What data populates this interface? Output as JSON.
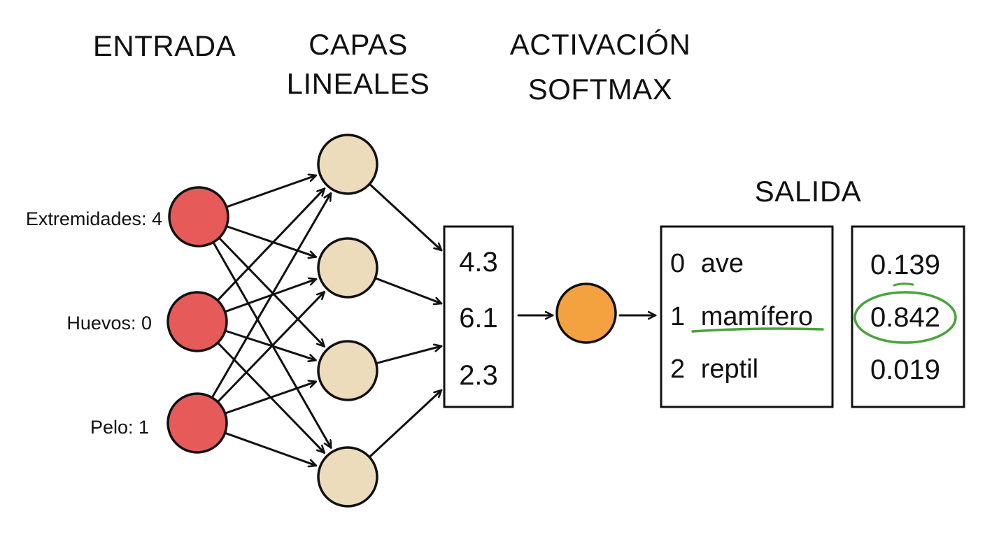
{
  "headings": {
    "input": "ENTRADA",
    "linear_line1": "CAPAS",
    "linear_line2": "LINEALES",
    "activation_line1": "ACTIVACIÓN",
    "activation_line2": "SOFTMAX",
    "output": "SALIDA"
  },
  "inputs": [
    {
      "label": "Extremidades: 4"
    },
    {
      "label": "Huevos: 0"
    },
    {
      "label": "Pelo: 1"
    }
  ],
  "hidden_node_count": 4,
  "logits": [
    "4.3",
    "6.1",
    "2.3"
  ],
  "classes": [
    {
      "index": "0",
      "name": "ave"
    },
    {
      "index": "1",
      "name": "mamífero"
    },
    {
      "index": "2",
      "name": "reptil"
    }
  ],
  "probabilities": [
    "0.139",
    "0.842",
    "0.019"
  ],
  "highlight": {
    "class_index": 1,
    "probability_index": 1
  },
  "colors": {
    "input_node": "#e65a5a",
    "hidden_node": "#eddcbc",
    "activation_node": "#f4a140",
    "highlight": "#4aa33a",
    "ink": "#111111"
  }
}
